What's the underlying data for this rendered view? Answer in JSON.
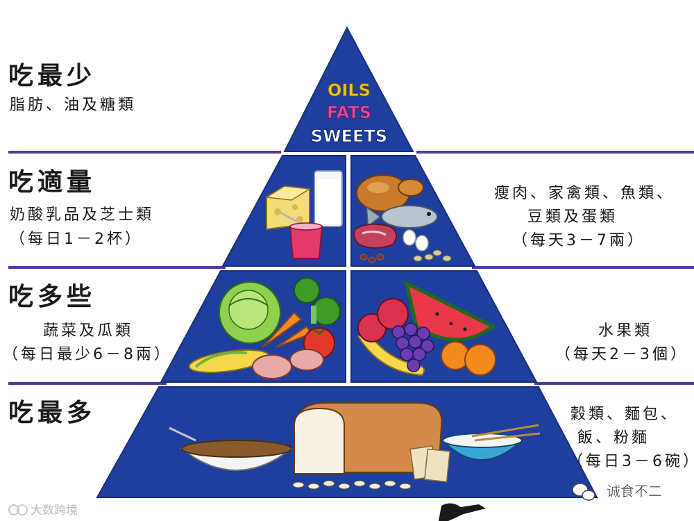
{
  "tiers": [
    {
      "heading": "吃最少",
      "left_sub": [
        "脂肪、油及糖類"
      ],
      "right_sub": []
    },
    {
      "heading": "吃適量",
      "left_sub": [
        "奶酸乳品及芝士類",
        "（每日1－2杯）"
      ],
      "right_sub": [
        "瘦肉、家禽類、魚類、",
        "豆類及蛋類",
        "（每天3－7兩）"
      ]
    },
    {
      "heading": "吃多些",
      "left_sub": [
        "蔬菜及瓜類",
        "（每日最少6－8兩）"
      ],
      "right_sub": [
        "水果類",
        "（每天2－3個）"
      ]
    },
    {
      "heading": "吃最多",
      "left_sub": [],
      "right_sub": [
        "穀類、麵包、",
        "飯、粉麵",
        "（每日3－6碗）"
      ]
    }
  ],
  "apex": {
    "line1": "OILS",
    "line2": "FATS",
    "line3": "SWEETS"
  },
  "watermarks": {
    "left": "大数跨境",
    "right": "诚食不二"
  },
  "colors": {
    "pyramid": "#1f3f9e",
    "pyramid_dark": "#162f7a",
    "divider": "#4a3f9a",
    "oils": "#f2c318",
    "fats": "#e24a9a",
    "sweets": "#ffffff"
  },
  "icons": [
    "cheese-icon",
    "milk-glass-icon",
    "yogurt-cup-icon",
    "roast-chicken-icon",
    "fish-icon",
    "meat-icon",
    "eggs-icon",
    "beans-icon",
    "cabbage-icon",
    "broccoli-icon",
    "carrot-icon",
    "tomato-icon",
    "corn-icon",
    "potato-icon",
    "watermelon-icon",
    "apple-icon",
    "grapes-icon",
    "orange-icon",
    "banana-icon",
    "cereal-bowl-icon",
    "bread-loaf-icon",
    "crackers-icon",
    "noodle-bowl-icon",
    "pasta-icon",
    "wechat-icon"
  ]
}
